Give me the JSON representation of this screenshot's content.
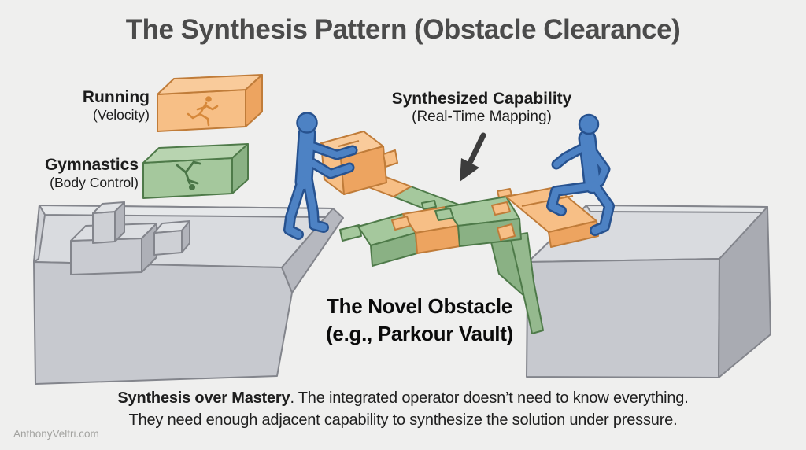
{
  "title": "The Synthesis Pattern (Obstacle Clearance)",
  "legend": {
    "running": {
      "label": "Running",
      "sublabel": "(Velocity)"
    },
    "gymnastics": {
      "label": "Gymnastics",
      "sublabel": "(Body Control)"
    }
  },
  "synthesized": {
    "label": "Synthesized Capability",
    "sublabel": "(Real-Time Mapping)"
  },
  "obstacle": {
    "label": "The Novel Obstacle",
    "sublabel": "(e.g., Parkour Vault)"
  },
  "caption": {
    "lead": "Synthesis over Mastery",
    "line1_rest": ". The integrated operator doesn’t need to know everything.",
    "line2": "They need enough adjacent capability to synthesize the solution under pressure."
  },
  "watermark": "AnthonyVeltri.com",
  "colors": {
    "background": "#efefee",
    "running_block_orange": "#f7bf86",
    "gymnastics_block_green": "#a5c89d",
    "figure_blue": "#4d82c4",
    "platform_gray": "#c7c9cf",
    "arrow_dark": "#3c3c3c"
  }
}
